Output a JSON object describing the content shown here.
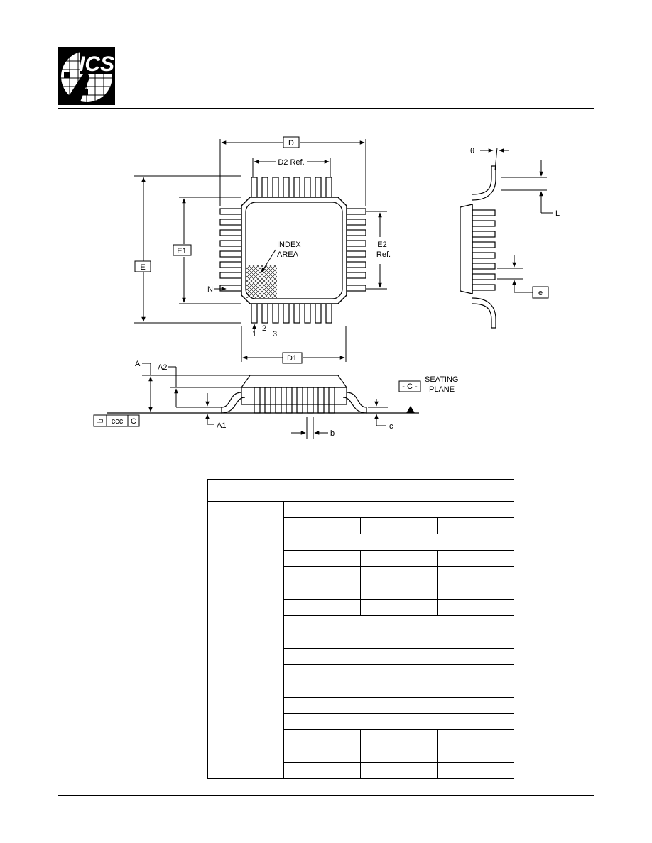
{
  "logo": {
    "text": "ICS"
  },
  "drawing": {
    "labels": {
      "D": "D",
      "D2": "D2 Ref.",
      "E": "E",
      "E1": "E1",
      "E2": "E2",
      "E2_ref": "Ref.",
      "index": "INDEX",
      "area": "AREA",
      "N": "N",
      "pin1": "1",
      "pin2": "2",
      "pin3": "3",
      "D1": "D1",
      "A": "A",
      "A2": "A2",
      "A1": "A1",
      "b": "b",
      "c": "c",
      "C": "- C -",
      "seating": "SEATING",
      "plane": "PLANE",
      "fcf_b": "b",
      "fcf_ccc": "ccc",
      "fcf_C": "C",
      "theta": "θ",
      "L": "L",
      "e": "e"
    }
  },
  "table": {
    "rows": 17
  }
}
